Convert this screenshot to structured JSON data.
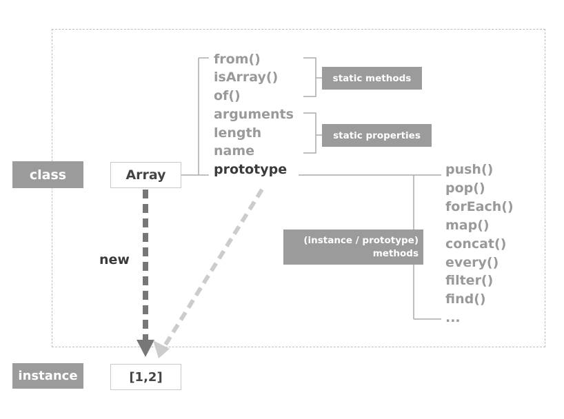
{
  "labels": {
    "class": "class",
    "instance": "instance",
    "array": "Array",
    "instance_value": "[1,2]",
    "new": "new"
  },
  "static_methods": [
    "from()",
    "isArray()",
    "of()"
  ],
  "static_properties": [
    "arguments",
    "length",
    "name"
  ],
  "prototype": "prototype",
  "groups": {
    "static_methods": "static methods",
    "static_properties": "static properties",
    "instance_methods_line1": "(instance / prototype)",
    "instance_methods_line2": "methods"
  },
  "instance_methods": [
    "push()",
    "pop()",
    "forEach()",
    "map()",
    "concat()",
    "every()",
    "filter()",
    "find()",
    "..."
  ],
  "colors": {
    "tag_bg": "#9b9b9b",
    "muted_text": "#999999",
    "dark_text": "#3a3a3a",
    "dashed_border": "#bdbdbd",
    "new_arrow": "#777777",
    "prototype_arrow": "#cccccc"
  }
}
